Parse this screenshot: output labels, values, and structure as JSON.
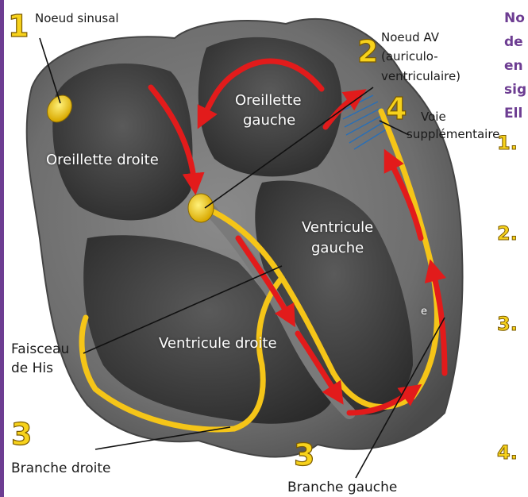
{
  "labels": {
    "sinus_node": "Noeud sinusal",
    "av_node_line1": "Noeud AV",
    "av_node_line2": "(auriculo-",
    "av_node_line3": "ventriculaire)",
    "left_atrium_line1": "Oreillette",
    "left_atrium_line2": "gauche",
    "right_atrium": "Oreillette droite",
    "accessory_path_line1": "Voie",
    "accessory_path_line2": "supplémentaire",
    "left_ventricle_line1": "Ventricule",
    "left_ventricle_line2": "gauche",
    "right_ventricle": "Ventricule droite",
    "his_bundle_line1": "Faisceau",
    "his_bundle_line2": "de His",
    "right_branch": "Branche droite",
    "left_branch": "Branche gauche",
    "stray_letter": "e"
  },
  "numbers": {
    "n1": "1",
    "n2": "2",
    "n3_left": "3",
    "n3_bottom": "3",
    "n4": "4"
  },
  "side_list": [
    "1.",
    "2.",
    "3.",
    "4."
  ],
  "cut_text": [
    "No",
    "de",
    "en",
    "sig",
    "Ell"
  ],
  "colors": {
    "border": "#6d3d92",
    "conduction": "#f5c518",
    "arrow": "#e21b1b",
    "accessory": "#2a6fb5"
  }
}
